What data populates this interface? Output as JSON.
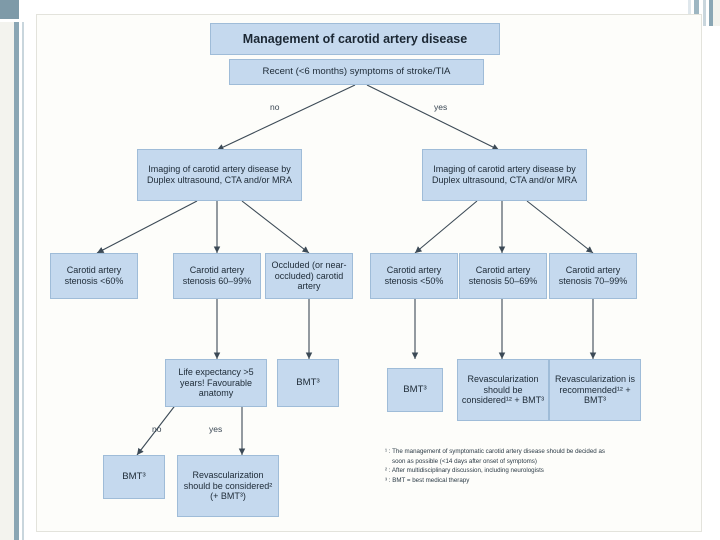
{
  "title": "Management of carotid artery disease",
  "nodes": {
    "root": "Recent (<6 months) symptoms of stroke/TIA",
    "branch_no": "no",
    "branch_yes": "yes",
    "imaging_left": "Imaging of carotid artery disease by Duplex ultrasound, CTA and/or MRA",
    "imaging_right": "Imaging of carotid artery disease by Duplex ultrasound, CTA and/or MRA",
    "l1": "Carotid artery stenosis <60%",
    "l2": "Carotid artery stenosis 60–99%",
    "l3": "Occluded (or near-occluded) carotid artery",
    "r1": "Carotid artery stenosis <50%",
    "r2": "Carotid artery stenosis 50–69%",
    "r3": "Carotid artery stenosis 70–99%",
    "life_expectancy": "Life expectancy >5 years! Favourable anatomy",
    "bmt_l3": "BMT³",
    "bmt_r1": "BMT³",
    "revasc_considered_r2": "Revascularization should be considered¹² + BMT³",
    "revasc_recommended_r3": "Revascularization is recommended¹² + BMT³",
    "sub_no": "no",
    "sub_yes": "yes",
    "bmt_final_left": "BMT³",
    "revasc_final": "Revascularization should be considered² (+ BMT³)"
  },
  "footnotes": [
    "¹ : The management of symptomatic carotid artery disease should be decided as",
    "soon as possible (<14 days after onset of symptoms)",
    "² : After multidisciplinary discussion, including neurologists",
    "³ : BMT = best medical therapy"
  ],
  "colors": {
    "box_fill": "#c5d9ee",
    "box_border": "#9fbcd8",
    "canvas": "#fdfdfa",
    "accent": "#8aa6b4"
  }
}
